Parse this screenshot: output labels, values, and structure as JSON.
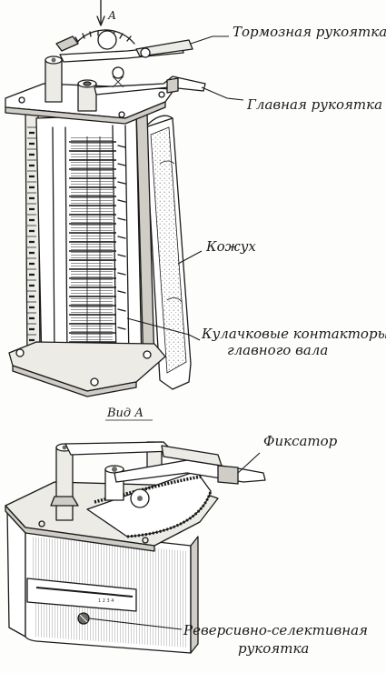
{
  "labels": {
    "arrow_a": "А",
    "brake_handle": "Тормозная рукоятка",
    "main_handle": "Главная рукоятка",
    "casing": "Кожух",
    "cam_contactors_line1": "Кулачковые контакторы",
    "cam_contactors_line2": "главного вала",
    "view_a": "Вид А",
    "latch": "Фиксатор",
    "reversing_line1": "Реверсивно-селективная",
    "reversing_line2": "рукоятка"
  }
}
